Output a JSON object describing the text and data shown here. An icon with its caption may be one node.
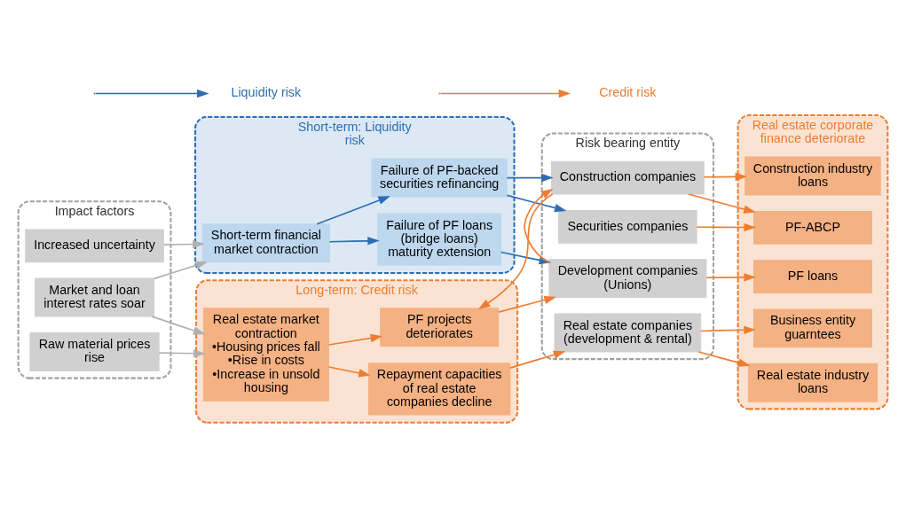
{
  "diagram": {
    "nodes": [
      {
        "text": [
          "Impact factors"
        ]
      },
      {
        "text": [
          "Increased uncertainty"
        ],
        "in": 0
      },
      {
        "text": [
          "Market and loan interest rates soar"
        ],
        "in": 0
      },
      {
        "text": [
          "Raw material prices rise"
        ],
        "in": 0
      },
      {
        "text": [
          "Short-term: Liquidity risk"
        ]
      },
      {
        "text": [
          "Short-term financial market contraction"
        ],
        "in": 4
      },
      {
        "text": [
          "Failure of PF-backed securities refinancing"
        ],
        "in": 4
      },
      {
        "text": [
          "Failure of PF loans (bridge loans) maturity extension"
        ],
        "in": 4
      },
      {
        "text": [
          "Long-term: Credit risk"
        ]
      },
      {
        "text": [
          "Real estate market contraction",
          "•Housing prices fall",
          "•Rise in costs",
          "•Increase in unsold housing"
        ],
        "in": 8
      },
      {
        "text": [
          "PF projects deteriorates"
        ],
        "in": 8
      },
      {
        "text": [
          "Repayment capacities of real estate companies decline"
        ],
        "in": 8
      },
      {
        "text": [
          "Risk bearing entity"
        ]
      },
      {
        "text": [
          "Securities companies"
        ],
        "in": 12
      },
      {
        "text": [
          "Construction companies"
        ],
        "in": 12
      },
      {
        "text": [
          "Development companies",
          "(Unions)"
        ],
        "in": 12
      },
      {
        "text": [
          "Real estate companies",
          "(development & rental)"
        ],
        "in": 12
      },
      {
        "text": [
          "Real estate corporate finance deteriorate"
        ]
      },
      {
        "text": [
          "PF-ABCP"
        ],
        "in": 17
      },
      {
        "text": [
          "Construction industry loans"
        ],
        "in": 17
      },
      {
        "text": [
          "PF loans"
        ],
        "in": 17
      },
      {
        "text": [
          "Business entity guarntees"
        ],
        "in": 17
      },
      {
        "text": [
          "Real estate industry loans"
        ],
        "in": 17
      }
    ],
    "edges": [
      {
        "from": 1,
        "to": 5,
        "arrow": "to",
        "color": "#b0b0b0"
      },
      {
        "from": 2,
        "to": 5,
        "arrow": "to",
        "color": "#b0b0b0"
      },
      {
        "from": 2,
        "to": 9,
        "arrow": "to",
        "color": "#b0b0b0"
      },
      {
        "from": 3,
        "to": 9,
        "arrow": "to",
        "color": "#b0b0b0"
      },
      {
        "from": 5,
        "to": 6,
        "arrow": "to",
        "color": "#2e6db4"
      },
      {
        "from": 5,
        "to": 7,
        "arrow": "to",
        "color": "#2e6db4"
      },
      {
        "from": 6,
        "to": 13,
        "arrow": "to",
        "color": "#2e6db4"
      },
      {
        "from": 6,
        "to": 14,
        "arrow": "to",
        "color": "#2e6db4"
      },
      {
        "from": 7,
        "to": 15,
        "arrow": "to",
        "color": "#2e6db4"
      },
      {
        "from": 9,
        "to": 10,
        "arrow": "to"
      },
      {
        "from": 9,
        "to": 11,
        "arrow": "to"
      },
      {
        "from": 10,
        "to": 15,
        "arrow": "to"
      },
      {
        "from": 14,
        "to": 10,
        "arrow": "to"
      },
      {
        "from": 15,
        "to": 14,
        "arrow": "to"
      },
      {
        "from": 11,
        "to": 16,
        "arrow": "to"
      },
      {
        "from": 13,
        "to": 18,
        "arrow": "to"
      },
      {
        "from": 14,
        "to": 18,
        "arrow": "to"
      },
      {
        "from": 14,
        "to": 19,
        "arrow": "to"
      },
      {
        "from": 15,
        "to": 20,
        "arrow": "to"
      },
      {
        "from": 16,
        "to": 21,
        "arrow": "to"
      },
      {
        "from": 16,
        "to": 22,
        "arrow": "to"
      }
    ],
    "legend": [
      {
        "text": "Liquidity risk"
      },
      {
        "text": "Credit risk"
      }
    ]
  }
}
